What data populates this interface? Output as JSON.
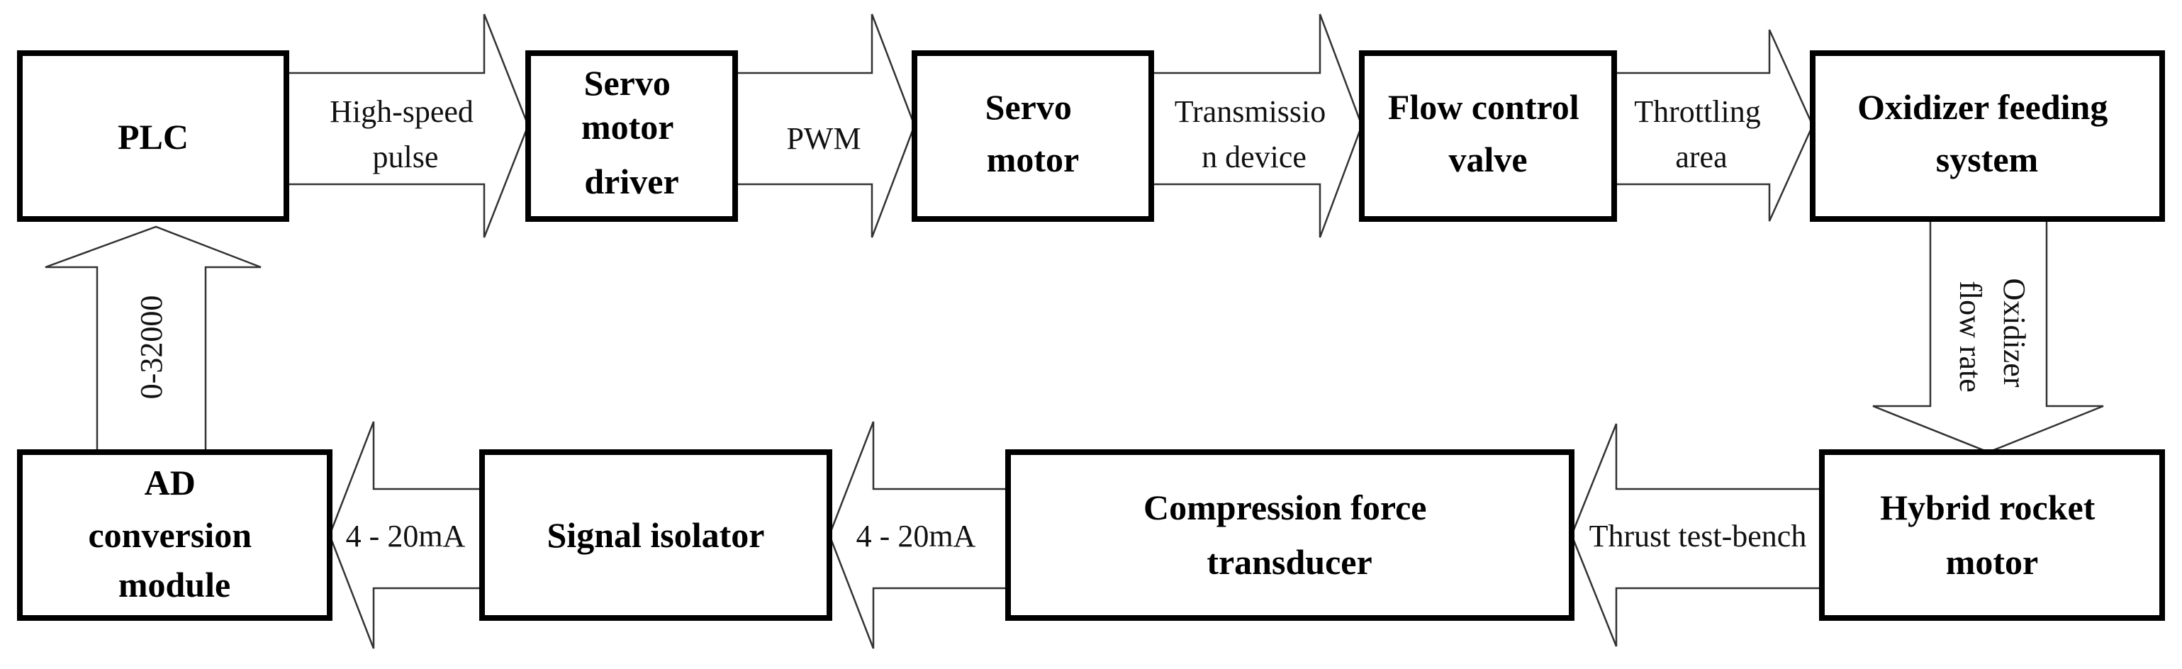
{
  "blocks": {
    "plc": [
      "PLC"
    ],
    "servo_driver": [
      "Servo",
      "motor",
      "driver"
    ],
    "servo_motor": [
      "Servo",
      "motor"
    ],
    "flow_valve": [
      "Flow control",
      "valve"
    ],
    "oxidizer_system": [
      "Oxidizer feeding",
      "system"
    ],
    "hybrid_motor": [
      "Hybrid rocket",
      "motor"
    ],
    "force_transducer": [
      "Compression force",
      "transducer"
    ],
    "signal_isolator": [
      "Signal isolator"
    ],
    "ad_module": [
      "AD",
      "conversion",
      "module"
    ]
  },
  "arrows": {
    "high_speed_pulse": [
      "High-speed",
      "pulse"
    ],
    "pwm": [
      "PWM"
    ],
    "transmission": [
      "Transmissio",
      "n device"
    ],
    "throttling": [
      "Throttling",
      "area"
    ],
    "oxidizer_flow": [
      "Oxidizer",
      "flow rate"
    ],
    "thrust": [
      "Thrust test-bench"
    ],
    "current_1": [
      "4 - 20mA"
    ],
    "current_2": [
      "4 - 20mA"
    ],
    "adc_range": [
      "0-32000"
    ]
  }
}
